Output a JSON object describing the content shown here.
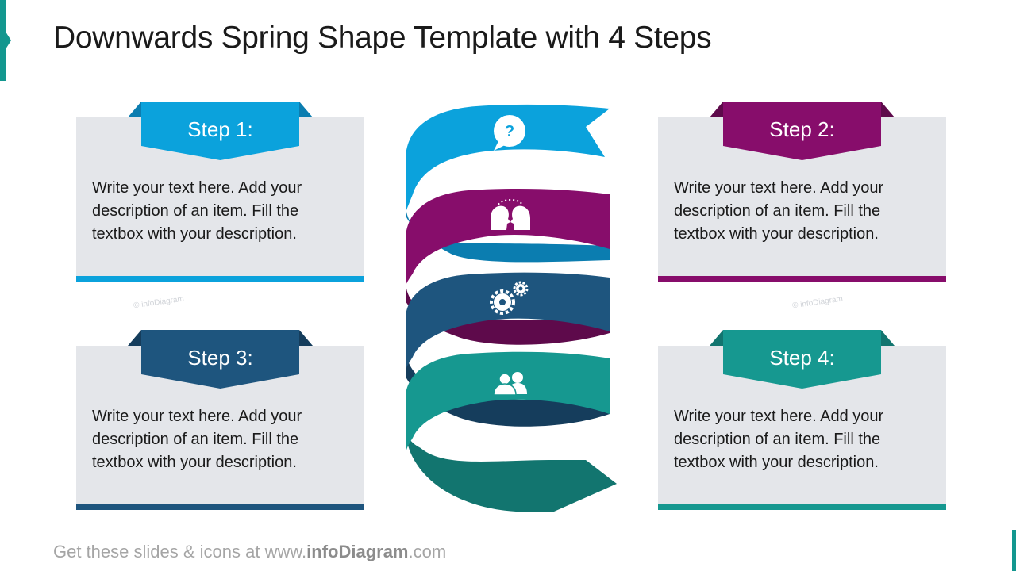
{
  "title": "Downwards Spring Shape Template with 4 Steps",
  "steps": [
    {
      "label": "Step 1:",
      "text": "Write your text here. Add your description of an item. Fill the textbox with your description.",
      "color": "#0ba2dc",
      "dark": "#0b7db0",
      "icon": "question-speech-bubble-icon"
    },
    {
      "label": "Step 2:",
      "text": "Write your text here. Add your description of an item. Fill the textbox with your description.",
      "color": "#870d6b",
      "dark": "#5e0a4b",
      "icon": "two-heads-idea-icon"
    },
    {
      "label": "Step 3:",
      "text": "Write your text here. Add your description of an item. Fill the textbox with your description.",
      "color": "#1e557e",
      "dark": "#153d5c",
      "icon": "gears-icon"
    },
    {
      "label": "Step 4:",
      "text": "Write your text here. Add your description of an item. Fill the textbox with your description.",
      "color": "#169890",
      "dark": "#12756f",
      "icon": "people-icon"
    }
  ],
  "watermark": "© infoDiagram",
  "footer": {
    "prefix": "Get these slides & icons at www.",
    "brand": "infoDiagram",
    "suffix": ".com"
  }
}
